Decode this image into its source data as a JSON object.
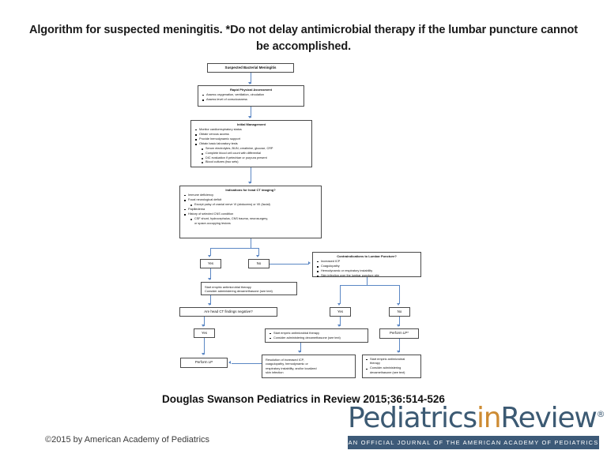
{
  "slide": {
    "title": "Algorithm for suspected meningitis. *Do not delay antimicrobial therapy if the lumbar puncture cannot be accomplished.",
    "citation": "Douglas Swanson Pediatrics in Review 2015;36:514-526",
    "copyright": "©2015 by American Academy of Pediatrics"
  },
  "logo": {
    "word_part_1": "Pediatrics",
    "word_part_2": "in",
    "word_part_3": "Review",
    "registered_mark": "®",
    "banner": "AN OFFICIAL JOURNAL OF THE AMERICAN ACADEMY OF PEDIATRICS",
    "brand_color": "#3c5a73",
    "accent_color": "#cd8b33",
    "banner_bg": "#3d5a78"
  },
  "flowchart": {
    "connector_color": "#5b87c4",
    "node_border_color": "#4a4a4a",
    "nodes": {
      "suspected_meningitis": {
        "label": "Suspected Bacterial Meningitis"
      },
      "rapid_physical_assessment": {
        "header": "Rapid Physical Assessment",
        "bullets": [
          "Assess oxygenation, ventilation, circulation",
          "Assess level of consciousness"
        ]
      },
      "initial_management": {
        "header": "Initial Management",
        "bullets": [
          "Monitor cardiorespiratory status",
          "Obtain venous access",
          "Provide hemodynamic support",
          "Obtain basic laboratory tests"
        ],
        "sub_bullets": [
          "Serum electrolytes, BUN, creatinine, glucose, CRP",
          "Complete blood cell count with differential",
          "DIC evaluation if petechiae or purpura present",
          "Blood cultures (two sets)"
        ]
      },
      "head_ct_indications": {
        "header": "Indications for head CT imaging?",
        "bullet_1": "Immune deficiency",
        "bullet_2": "Focal neurological deficit",
        "bullet_2_sub": "Except palsy of cranial nerve VI (abducens) or VII (facial)",
        "bullet_3": "Papilledema",
        "bullet_4": "History of selected CNS condition",
        "bullet_4_sub_line1": "CSF shunt, hydrocephalus, CNS trauma, neurosurgery,",
        "bullet_4_sub_line2": "or space-occupying lesions"
      },
      "ct_yes": {
        "label": "Yes"
      },
      "ct_no": {
        "label": "No"
      },
      "lp_contraindications": {
        "header": "Contraindications to Lumbar Puncture?",
        "bullets": [
          "Increased ICP",
          "Coagulopathy",
          "Hemodynamic or respiratory instability",
          "Skin infection over the lumbar puncture site"
        ]
      },
      "empiric_therapy_left": {
        "line1": "Start empiric antimicrobial therapy",
        "line2": "Consider administering dexamethasone (see text)"
      },
      "ct_findings_negative": {
        "label": "Are head CT findings negative?"
      },
      "ci_yes": {
        "label": "Yes"
      },
      "ci_no": {
        "label": "No"
      },
      "findings_yes": {
        "label": "Yes"
      },
      "empiric_therapy_middle": {
        "bullets": [
          "Start empiric antimicrobial therapy",
          "Consider administering dexamethasone (see text)"
        ]
      },
      "perform_lp_star": {
        "label": "Perform LP*"
      },
      "perform_lp": {
        "label": "Perform LP"
      },
      "resolution": {
        "line1": "Resolution of increased ICP,",
        "line2": "coagulopathy, hemodynamic or",
        "line3": "respiratory instability, and/or localized",
        "line4": "skin infection"
      },
      "empiric_therapy_right": {
        "bullet_1_line1": "Start empiric antimicrobial",
        "bullet_1_line2": "therapy",
        "bullet_2_line1": "Consider administering",
        "bullet_2_line2": "dexamethasone (see text)"
      }
    }
  }
}
